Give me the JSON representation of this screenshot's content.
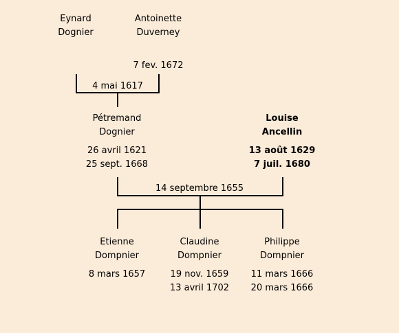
{
  "generation1": {
    "father": {
      "first": "Eynard",
      "last": "Dognier",
      "birth": "",
      "death": ""
    },
    "mother": {
      "first": "Antoinette",
      "last": "Duverney",
      "birth": "",
      "death": "7 fev. 1672"
    },
    "marriage": "4 mai 1617"
  },
  "generation2": {
    "father": {
      "first": "Pétremand",
      "last": "Dognier",
      "birth": "26 avril 1621",
      "death": "25 sept. 1668"
    },
    "mother": {
      "first": "Louise",
      "last": "Ancellin",
      "birth": "13 août 1629",
      "death": "7 juil. 1680"
    },
    "marriage": "14 septembre 1655"
  },
  "children": [
    {
      "first": "Etienne",
      "last": "Dompnier",
      "birth": "8 mars 1657",
      "death": ""
    },
    {
      "first": "Claudine",
      "last": "Dompnier",
      "birth": "19 nov. 1659",
      "death": "13 avril 1702"
    },
    {
      "first": "Philippe",
      "last": "Dompnier",
      "birth": "11 mars 1666",
      "death": "20 mars 1666"
    }
  ]
}
